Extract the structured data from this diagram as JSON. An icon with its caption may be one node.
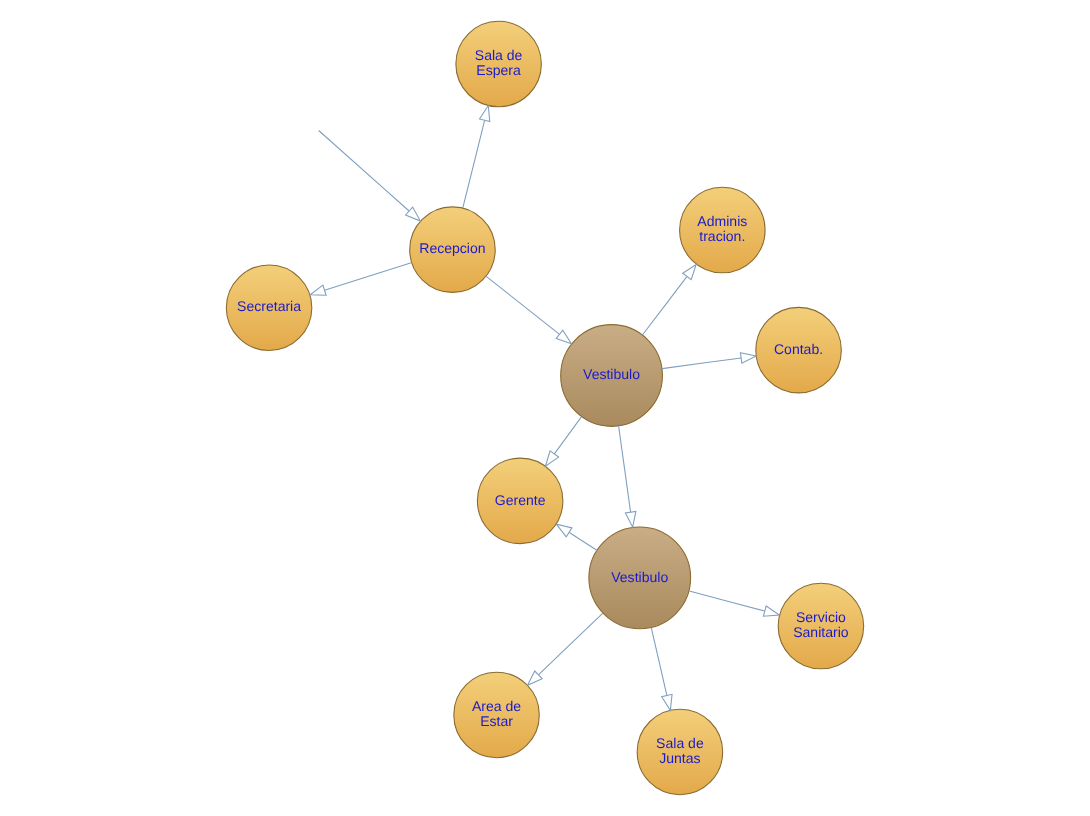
{
  "diagram": {
    "nodes": [
      {
        "text": [
          "Area de Estar"
        ]
      },
      {
        "text": [
          "Servicio Sanitario"
        ]
      },
      {
        "text": [
          "Sala de Juntas"
        ]
      },
      {
        "text": [
          "Vestibulo"
        ]
      },
      {
        "text": [
          "Adminis tracion."
        ]
      },
      {
        "text": [
          "Sala de Espera"
        ]
      },
      {
        "text": [
          "Gerente"
        ]
      },
      {
        "text": [
          "Vestibulo"
        ]
      },
      {
        "text": [
          "Recepcion"
        ]
      },
      {
        "text": [
          "Contab."
        ]
      },
      {
        "text": [
          "Secretaria"
        ]
      }
    ],
    "edges": [
      {
        "from": 3,
        "to": 0,
        "arrow": "to"
      },
      {
        "from": 3,
        "to": 1,
        "arrow": "to"
      },
      {
        "from": 3,
        "to": 2,
        "arrow": "to"
      },
      {
        "from": 3,
        "to": 6,
        "arrow": "to"
      },
      {
        "from": 7,
        "to": 3,
        "arrow": "to"
      },
      {
        "from": 7,
        "to": 4,
        "arrow": "to"
      },
      {
        "from": 7,
        "to": 6,
        "arrow": "to"
      },
      {
        "from": 7,
        "to": 9,
        "arrow": "to"
      },
      {
        "from": 8,
        "to": 7,
        "arrow": "to"
      },
      {
        "from": 8,
        "to": 5,
        "arrow": "to"
      },
      {
        "from": 8,
        "to": 10,
        "arrow": "to"
      },
      {
        "from": null,
        "to": 8,
        "arrow": "to"
      }
    ]
  }
}
